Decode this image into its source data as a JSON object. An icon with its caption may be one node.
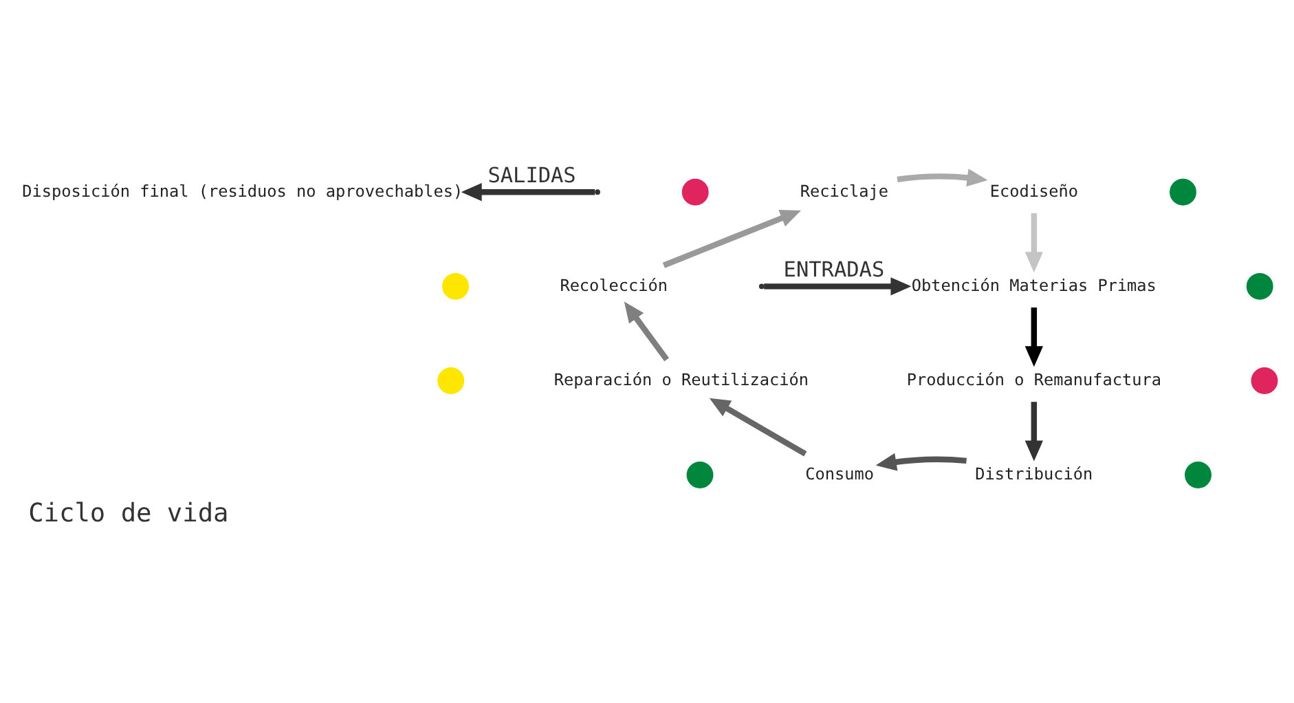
{
  "diagram": {
    "title": "Ciclo de vida",
    "nodes": [
      {
        "text": [
          "Reciclaje"
        ]
      },
      {
        "text": [
          "Ecodiseño"
        ]
      },
      {
        "text": [
          "Obtención Materias Primas"
        ]
      },
      {
        "text": [
          "Producción o Remanufactura"
        ]
      },
      {
        "text": [
          "Distribución"
        ]
      },
      {
        "text": [
          "Consumo"
        ]
      },
      {
        "text": [
          "Reparación o Reutilización"
        ]
      },
      {
        "text": [
          "Recolección"
        ]
      },
      {
        "text": [
          "Disposición final (residuos no aprovechables)"
        ]
      },
      {
        "text": [],
        "shape": "circle"
      },
      {
        "text": [],
        "shape": "circle"
      },
      {
        "text": [],
        "shape": "circle"
      },
      {
        "text": [],
        "shape": "circle"
      },
      {
        "text": [],
        "shape": "circle"
      },
      {
        "text": [],
        "shape": "circle"
      },
      {
        "text": [],
        "shape": "circle"
      },
      {
        "text": [],
        "shape": "circle"
      }
    ],
    "edges": [
      {
        "from": 0,
        "to": 1,
        "arrow": "to",
        "color": "#aaaaaa"
      },
      {
        "from": 1,
        "to": 2,
        "arrow": "to",
        "color": "#c4c4c4"
      },
      {
        "from": 2,
        "to": 3,
        "arrow": "to",
        "color": "#000000"
      },
      {
        "from": 3,
        "to": 4,
        "arrow": "to",
        "color": "#333333"
      },
      {
        "from": 4,
        "to": 5,
        "arrow": "to",
        "color": "#555555"
      },
      {
        "from": 5,
        "to": 6,
        "arrow": "to",
        "color": "#666666"
      },
      {
        "from": 6,
        "to": 7,
        "arrow": "to",
        "color": "#7f7f7f"
      },
      {
        "from": 7,
        "to": 0,
        "arrow": "to",
        "color": "#999999"
      },
      {
        "from": null,
        "to": 8,
        "arrow": "to",
        "label": "SALIDAS",
        "color": "#333333"
      },
      {
        "from": null,
        "to": 2,
        "arrow": "to",
        "label": "ENTRADAS",
        "color": "#333333"
      }
    ]
  }
}
